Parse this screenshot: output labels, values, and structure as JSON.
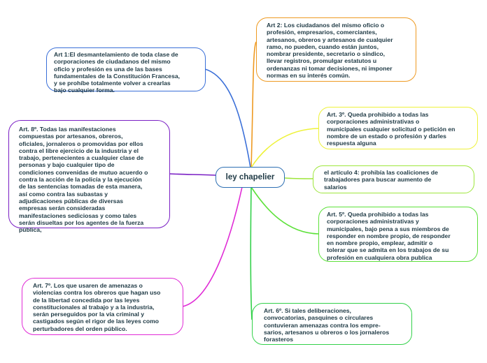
{
  "central_topic": "ley chapelier",
  "colors": {
    "art1": "#3a6fd8",
    "art8": "#7a1fc4",
    "art7": "#e02bd6",
    "art2": "#ee9a22",
    "art3": "#eef23a",
    "art4": "#9ee63c",
    "art5": "#5de13a",
    "art6": "#33d14a",
    "center": "#2d6fb3"
  },
  "nodes": {
    "art1": "Art 1:El desmantelamiento de toda clase de\ncorporaciones de ciudadanos del mismo\noficio y profesión es una de las bases\nfundamentales de la Constitución Francesa,\ny se prohíbe totalmente volver a crearlas\nbajo cualquier forma.",
    "art8": "Art. 8º. Todas las manifestaciones\ncompuestas por artesanos, obreros,\noficiales, jornaleros o promovidas por ellos\ncontra el libre ejercicio de la industria y el\ntrabajo, pertenecientes a cualquier clase de\npersonas y bajo cualquier tipo de\ncondiciones convenidas de mutuo acuerdo o\ncontra la acción de la policía y la ejecución\nde las sentencias tomadas de esta manera,\nasí como contra las subastas y\nadjudicaciones públicas de diversas\nempresas serán consideradas\nmanifestaciones sediciosas y como tales\nserán disueltas por los agentes de la fuerza\npública,",
    "art7": "Art. 7º. Los que usaren de amenazas o\nviolencias contra los obreros que hagan uso\nde la libertad concedida por las leyes\nconstitucionales al trabajo y a la industria,\nserán perseguidos por la vía criminal y\ncastigados según el rigor de las leyes como\nperturbadores del orden público.",
    "art2": "Art 2: Los ciudadanos del mismo oficio o\nprofesión, empresarios, comerciantes,\nartesanos, obreros y artesanos de cualquier\nramo, no pueden, cuando están juntos,\nnombrar presidente, secretario o síndico,\nllevar registros, promulgar estatutos u\nordenanzas ni tomar decisiones, ni imponer\nnormas en su interés común.",
    "art3": "Art. 3º. Queda prohibido a todas las\ncorporaciones administrativas o\nmunicipales cualquier solicitud o petición en\nnombre de un estado o profesión y darles\nrespuesta alguna",
    "art4": "el artículo 4: prohibía las coaliciones de\ntrabajadores para buscar aumento de\nsalarios",
    "art5": "Art. 5º.  Queda prohibido a todas las\ncorporaciones administrativas y\nmunicipales, bajo pena a sus miembros de\nresponder en nombre propio, de responder\nen nombre propio, emplear, admitir o\ntolerar que se admita en los trabajos de su\nprofesión en cualquiera obra publica",
    "art6": "Art. 6º. Si tales deliberaciones,\nconvocatorias, pasquines o circulares\ncontuvieran amenazas contra los empre-\nsarios, artesanos u obreros o los jornaleros\nforasteros"
  }
}
